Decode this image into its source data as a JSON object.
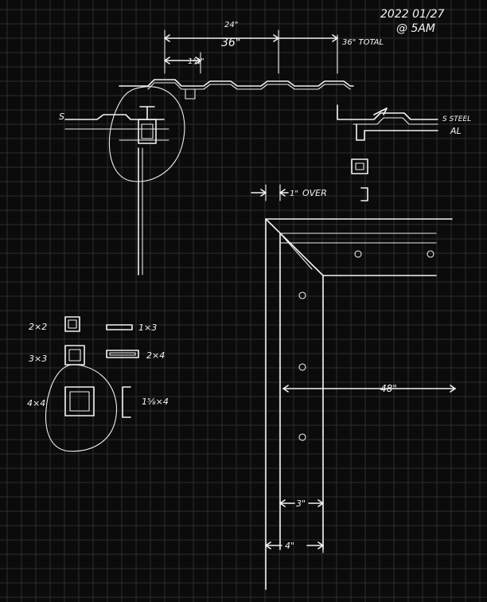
{
  "date_note": {
    "line1": "2022 01/27",
    "line2": "@ 5AM"
  },
  "top_section": {
    "dim_24": "24\"",
    "dim_36": "36\"",
    "dim_36_total": "36\" TOTAL",
    "dim_1_5": "1½\""
  },
  "left_detail": {
    "label_s": "S"
  },
  "right_detail": {
    "label_steel": "S STEEL",
    "label_al": "AL"
  },
  "over_note": {
    "dim_1": "1\"",
    "word_over": "OVER"
  },
  "lumber": {
    "s_2x2": "2×2",
    "s_3x3": "3×3",
    "s_4x4": "4×4",
    "s_1x3": "1×3",
    "s_2x4": "2×4",
    "s_channel": "1⅝×4"
  },
  "frame": {
    "dim_48": "48\"",
    "dim_3": "3\"",
    "dim_4": "4\""
  }
}
